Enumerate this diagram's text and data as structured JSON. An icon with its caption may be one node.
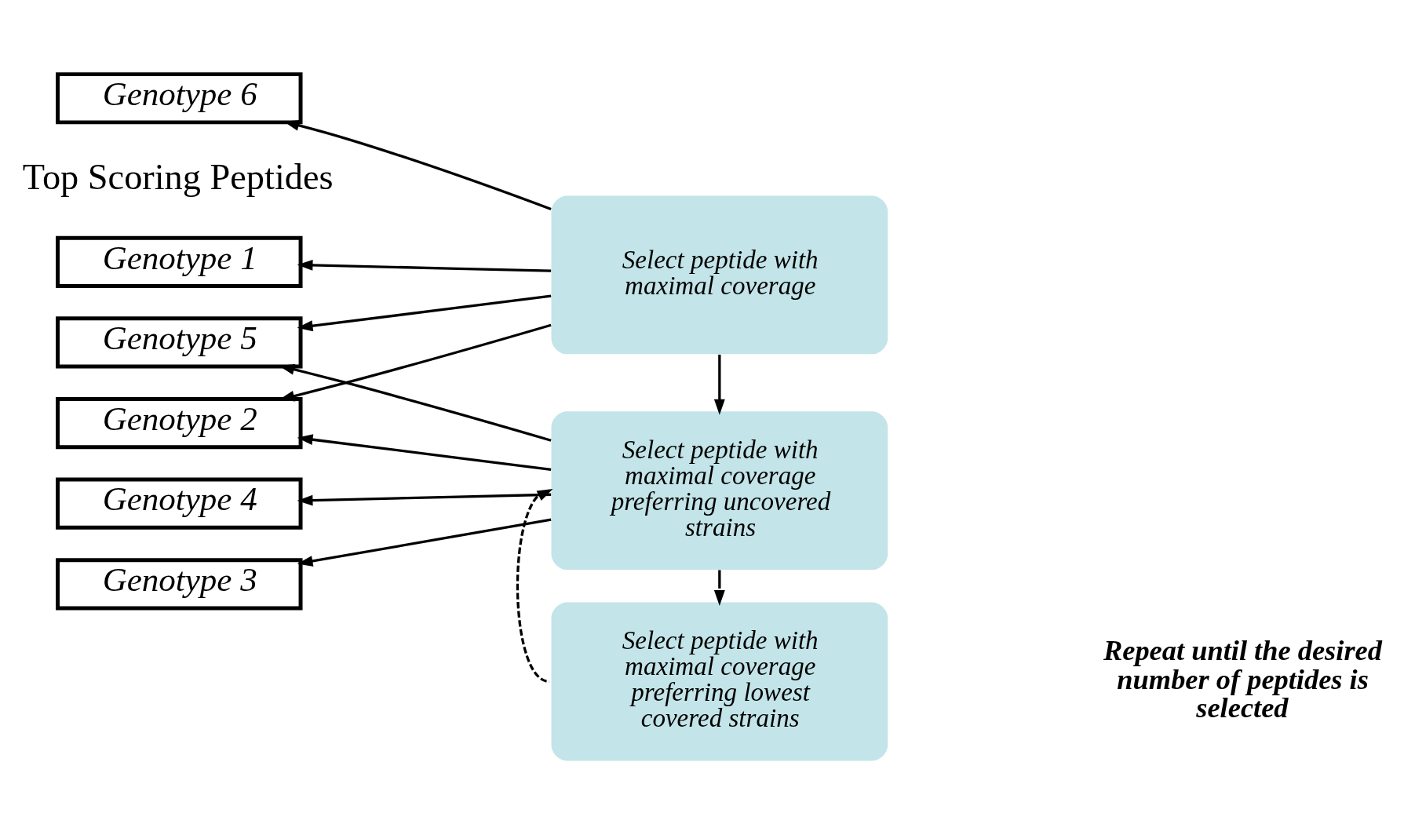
{
  "diagram": {
    "nodes": [
      {
        "text": [
          "Genotype 1"
        ]
      },
      {
        "text": [
          "Genotype 2"
        ]
      },
      {
        "text": [
          "Genotype 3"
        ]
      },
      {
        "text": [
          "Genotype 4"
        ]
      },
      {
        "text": [
          "Genotype 5"
        ]
      },
      {
        "text": [
          "Genotype 6"
        ]
      },
      {
        "text": [
          "Select peptide with maximal coverage"
        ]
      },
      {
        "text": [
          "Select peptide with maximal coverage preferring uncovered strains"
        ]
      },
      {
        "text": [
          "Select peptide with maximal coverage preferring lowest covered strains"
        ]
      }
    ],
    "edges": [
      {
        "from": 6,
        "to": 0,
        "arrow": "to"
      },
      {
        "from": 6,
        "to": 1,
        "arrow": "to"
      },
      {
        "from": 6,
        "to": 4,
        "arrow": "to"
      },
      {
        "from": 6,
        "to": 5,
        "arrow": "to"
      },
      {
        "from": 7,
        "to": 1,
        "arrow": "to"
      },
      {
        "from": 7,
        "to": 2,
        "arrow": "to"
      },
      {
        "from": 7,
        "to": 3,
        "arrow": "to"
      },
      {
        "from": 7,
        "to": 4,
        "arrow": "to"
      },
      {
        "from": 6,
        "to": 7,
        "arrow": "to"
      },
      {
        "from": 7,
        "to": 8,
        "arrow": "to"
      },
      {
        "from": 8,
        "to": 7,
        "arrow": "to",
        "style": "dashed"
      }
    ],
    "labels": [
      "Top Scoring Peptides",
      "Repeat until the desired number of peptides is selected"
    ]
  }
}
